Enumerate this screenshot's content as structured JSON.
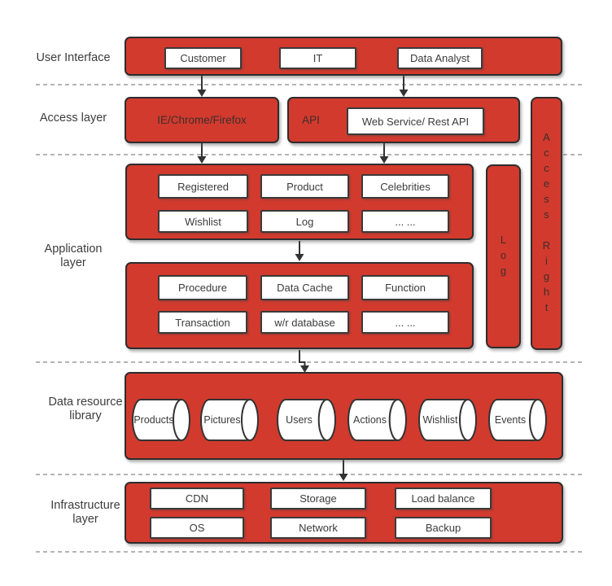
{
  "colors": {
    "accent_red": "#d23a2e",
    "box_border": "#2d2d2d",
    "chip_border": "#3a3a3a",
    "text_dark": "#3b3b3b",
    "text_on_red": "#3c2f2b",
    "dash_gray": "#9b9b9b",
    "arrow": "#333333",
    "chip_fill": "#ffffff"
  },
  "layers": {
    "user_interface": {
      "label_lines": [
        "User Interface"
      ],
      "items": [
        "Customer",
        "IT",
        "Data Analyst"
      ]
    },
    "access": {
      "label_lines": [
        "Access layer"
      ],
      "browser": "IE/Chrome/Firefox",
      "api_label": "API",
      "web_service": "Web Service/ Rest API"
    },
    "application": {
      "label_lines": [
        "Application",
        "layer"
      ],
      "block1": [
        "Registered",
        "Product",
        "Celebrities",
        "Wishlist",
        "Log",
        "... ..."
      ],
      "block2": [
        "Procedure",
        "Data Cache",
        "Function",
        "Transaction",
        "w/r database",
        "... ..."
      ],
      "log_bar": "Log",
      "access_right_bar": "Access Right"
    },
    "data_resource": {
      "label_lines": [
        "Data resource",
        "library"
      ],
      "cylinders": [
        "Products",
        "Pictures",
        "Users",
        "Actions",
        "Wishlist",
        "Events"
      ]
    },
    "infrastructure": {
      "label_lines": [
        "Infrastructure",
        "layer"
      ],
      "items": [
        "CDN",
        "Storage",
        "Load balance",
        "OS",
        "Network",
        "Backup"
      ]
    }
  }
}
